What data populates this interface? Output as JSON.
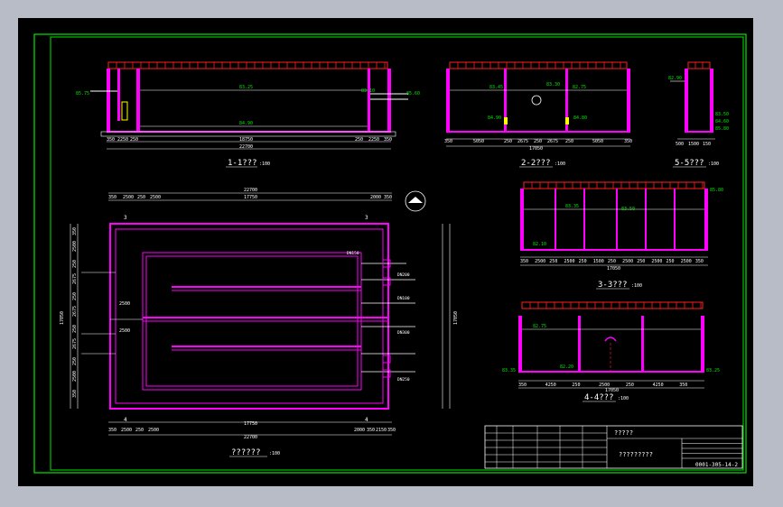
{
  "titles": {
    "sec1": "1-1???",
    "sec2": "2-2???",
    "sec5": "5-5???",
    "sec3": "3-3???",
    "sec4": "4-4???",
    "plan": "??????"
  },
  "scale": ":100",
  "sec1": {
    "dims_bottom": [
      "350",
      "2250",
      "250",
      "18750",
      "250",
      "2250",
      "350"
    ],
    "overall": "22700",
    "levels": [
      "83.25",
      "83.10",
      "85.75",
      "85.60",
      "84.90"
    ]
  },
  "sec2": {
    "dims_bottom": [
      "350",
      "5050",
      "250",
      "2675",
      "250",
      "2675",
      "250",
      "5050",
      "350"
    ],
    "overall": "17050",
    "levels": [
      "83.45",
      "83.30",
      "82.75",
      "84.90",
      "84.80"
    ]
  },
  "sec5": {
    "dims_bottom": [
      "500",
      "1500",
      "150"
    ],
    "levels": [
      "82.90",
      "83.50",
      "84.60",
      "85.80"
    ]
  },
  "sec3": {
    "dims_bottom": [
      "350",
      "2500",
      "250",
      "2500",
      "250",
      "1500",
      "250",
      "2500",
      "250",
      "2500",
      "250",
      "2500",
      "350"
    ],
    "overall": "17050",
    "levels": [
      "83.35",
      "83.50",
      "82.10",
      "85.80"
    ]
  },
  "sec4": {
    "dims_bottom": [
      "350",
      "4250",
      "250",
      "2500",
      "250",
      "4250",
      "350"
    ],
    "overall": "17050",
    "levels": [
      "82.75",
      "82.20",
      "83.35",
      "83.25"
    ]
  },
  "plan": {
    "top_dims": [
      "350",
      "2500",
      "250",
      "2500",
      "2000",
      "350"
    ],
    "top_overall": "22700",
    "top_inner": "17750",
    "bottom_dims": [
      "350",
      "2500",
      "250",
      "2500",
      "17750",
      "2000",
      "350",
      "2150",
      "350"
    ],
    "bottom_overall": "22700",
    "left_dims": [
      "350",
      "2500",
      "250",
      "2675",
      "250",
      "2675",
      "250",
      "2675",
      "250",
      "2500",
      "350"
    ],
    "left_overall": "17050",
    "right_overall": "17050",
    "axis_labels": [
      "3",
      "3",
      "4",
      "4"
    ],
    "callouts": [
      "DN150",
      "DN200",
      "DN100",
      "DN300",
      "DN250"
    ],
    "inner_dims": [
      "2500",
      "2500"
    ]
  },
  "titleblock": {
    "project": "?????",
    "drawing_name": "?????????",
    "drawing_no": "0001-305-14-2"
  }
}
